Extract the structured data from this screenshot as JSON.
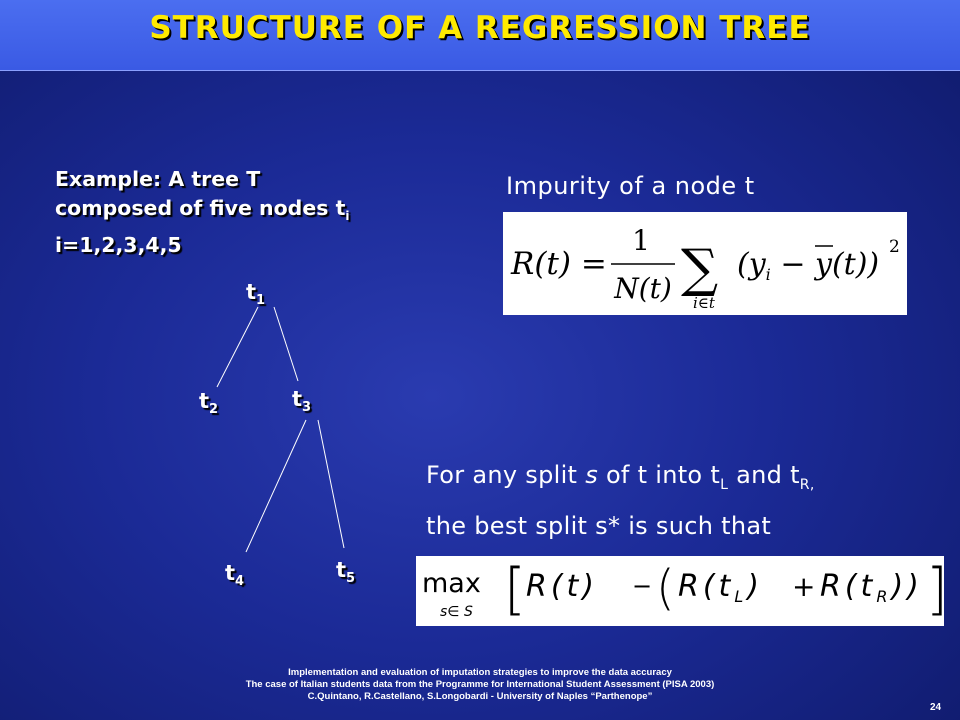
{
  "header": {
    "title": "STRUCTURE OF A REGRESSION TREE"
  },
  "example": {
    "line1": "Example: A tree T",
    "line2_prefix": "composed of five nodes t",
    "line2_sub": "i",
    "line3": "i=1,2,3,4,5"
  },
  "impurity": {
    "label": "Impurity of a node t"
  },
  "tree": {
    "nodes": [
      {
        "base": "t",
        "sub": "1"
      },
      {
        "base": "t",
        "sub": "2"
      },
      {
        "base": "t",
        "sub": "3"
      },
      {
        "base": "t",
        "sub": "4"
      },
      {
        "base": "t",
        "sub": "5"
      }
    ]
  },
  "split": {
    "line1_a": "For any split ",
    "line1_s": "s",
    "line1_b": " of t into t",
    "line1_subL": "L",
    "line1_c": " and t",
    "line1_subR": "R,",
    "line2": "the best split s* is such that"
  },
  "formula1": {
    "lhs": "R(t) =",
    "num": "1",
    "den": "N(t)",
    "sum": "∑",
    "sum_index": "i∈t",
    "body": "(y",
    "body_sub": "i",
    "body_mid": " − ",
    "ybar": "y",
    "body_end": "(t))",
    "exp": "2"
  },
  "formula2": {
    "max": "max",
    "max_index": "s∈ S",
    "bracket_open": "[",
    "term1": "R(t)",
    "minus": "−",
    "paren_open": "(",
    "term2": "R(t",
    "term2_sub": "L",
    "term2_end": ")",
    "plus": "+",
    "term3": "R(t",
    "term3_sub": "R",
    "term3_end": "))",
    "bracket_close": "]"
  },
  "footer": {
    "line1": "Implementation and evaluation of imputation strategies to improve the data accuracy",
    "line2": "The case of Italian students data from the Programme for International Student Assessment (PISA 2003)",
    "line3": "C.Quintano, R.Castellano, S.Longobardi - University of Naples “Parthenope”"
  },
  "page_number": "24"
}
